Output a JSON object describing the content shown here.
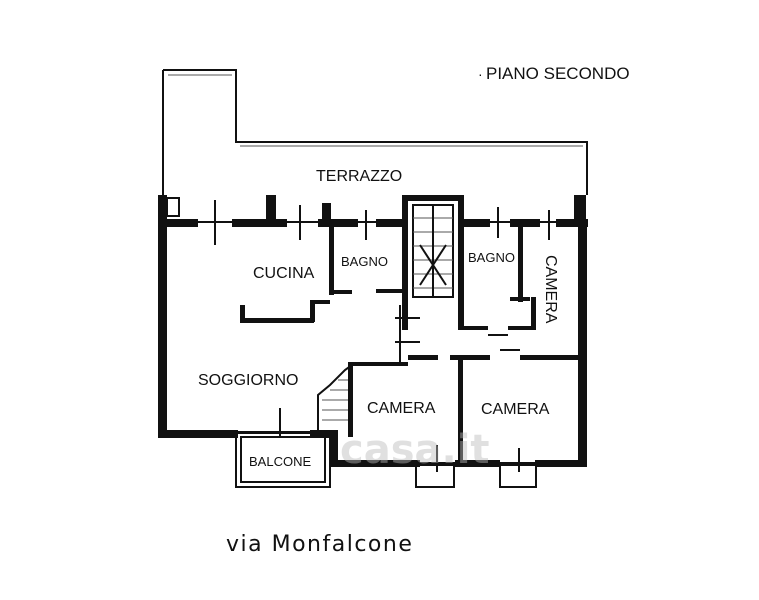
{
  "title": "PIANO SECONDO",
  "rooms": {
    "terrazzo": "TERRAZZO",
    "cucina": "CUCINA",
    "bagno_left": "BAGNO",
    "bagno_right": "BAGNO",
    "camera_vertical": "CAMERA",
    "soggiorno": "SOGGIORNO",
    "camera_center": "CAMERA",
    "camera_right": "CAMERA",
    "balcone": "BALCONE"
  },
  "street": "via  Monfalcone",
  "watermark": "casa.it"
}
